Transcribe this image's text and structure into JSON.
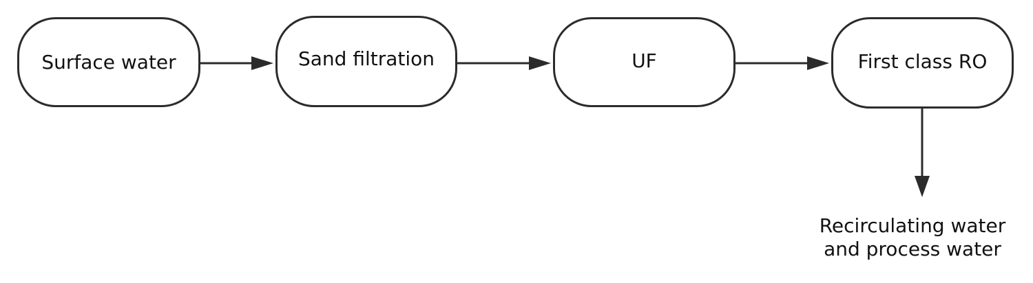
{
  "nodes": [
    {
      "id": "surface-water",
      "label": "Surface water"
    },
    {
      "id": "sand-filtration",
      "label": "Sand filtration"
    },
    {
      "id": "uf",
      "label": "UF"
    },
    {
      "id": "first-class-ro",
      "label": "First class RO"
    }
  ],
  "output": {
    "line1": "Recirculating water",
    "line2": "and process water"
  },
  "edges": [
    {
      "from": "surface-water",
      "to": "sand-filtration"
    },
    {
      "from": "sand-filtration",
      "to": "uf"
    },
    {
      "from": "uf",
      "to": "first-class-ro"
    },
    {
      "from": "first-class-ro",
      "to": "output"
    }
  ],
  "colors": {
    "stroke": "#2b2b2b",
    "text": "#111111",
    "background": "#ffffff"
  }
}
